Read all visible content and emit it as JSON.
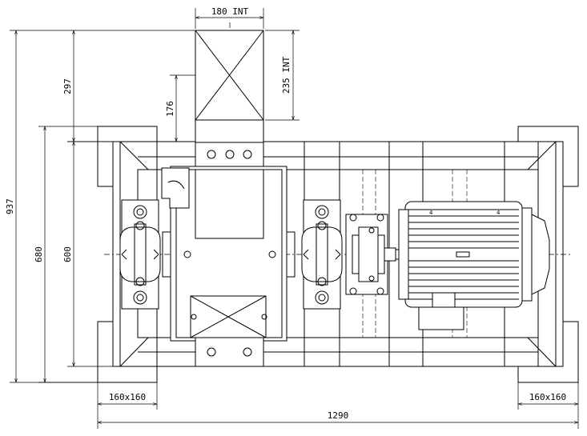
{
  "drawing": {
    "dimensions": {
      "top_width": "180 INT",
      "duct_height": "235 INT",
      "duct_offset": "176",
      "upper_offset": "297",
      "overall_height": "937",
      "frame_height": "680",
      "inner_height": "600",
      "pad_left": "160x160",
      "pad_right": "160x160",
      "overall_length": "1290"
    }
  }
}
